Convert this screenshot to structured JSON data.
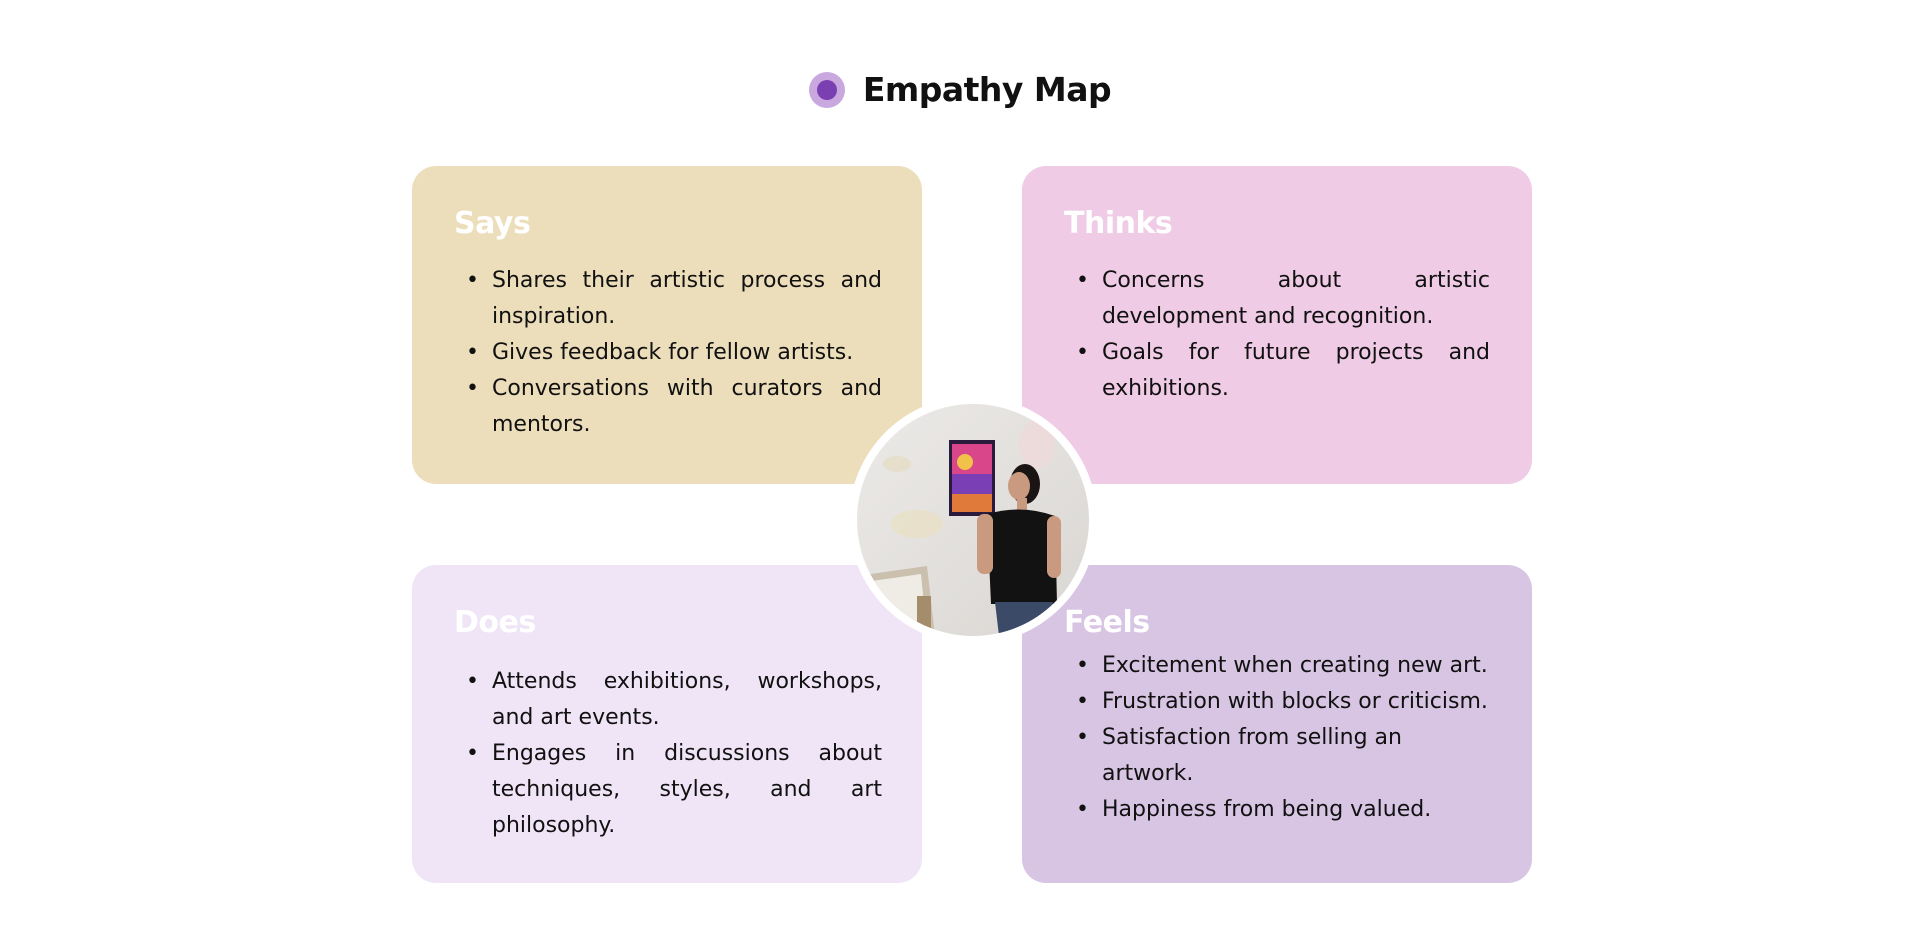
{
  "header": {
    "title": "Empathy Map",
    "accent_color": "#7a3fb0"
  },
  "cards": {
    "says": {
      "heading": "Says",
      "color": "#eddebb",
      "items": [
        "Shares their artistic process and inspiration.",
        "Gives feedback for fellow artists.",
        "Conversations with curators and mentors."
      ]
    },
    "thinks": {
      "heading": "Thinks",
      "color": "#efcbe5",
      "items": [
        "Concerns about artistic development and recognition.",
        "Goals for future projects and exhibitions."
      ]
    },
    "does": {
      "heading": "Does",
      "color": "#f0e5f6",
      "items": [
        "Attends exhibitions, workshops, and art events.",
        "Engages in discussions about techniques, styles, and art philosophy."
      ]
    },
    "feels": {
      "heading": "Feels",
      "color": "#d7c5e3",
      "items": [
        "Excitement when creating new art.",
        "Frustration with blocks or criticism.",
        "Satisfaction from selling an artwork.",
        "Happiness from being valued."
      ]
    }
  },
  "center_image": {
    "icon": "person-photo"
  }
}
